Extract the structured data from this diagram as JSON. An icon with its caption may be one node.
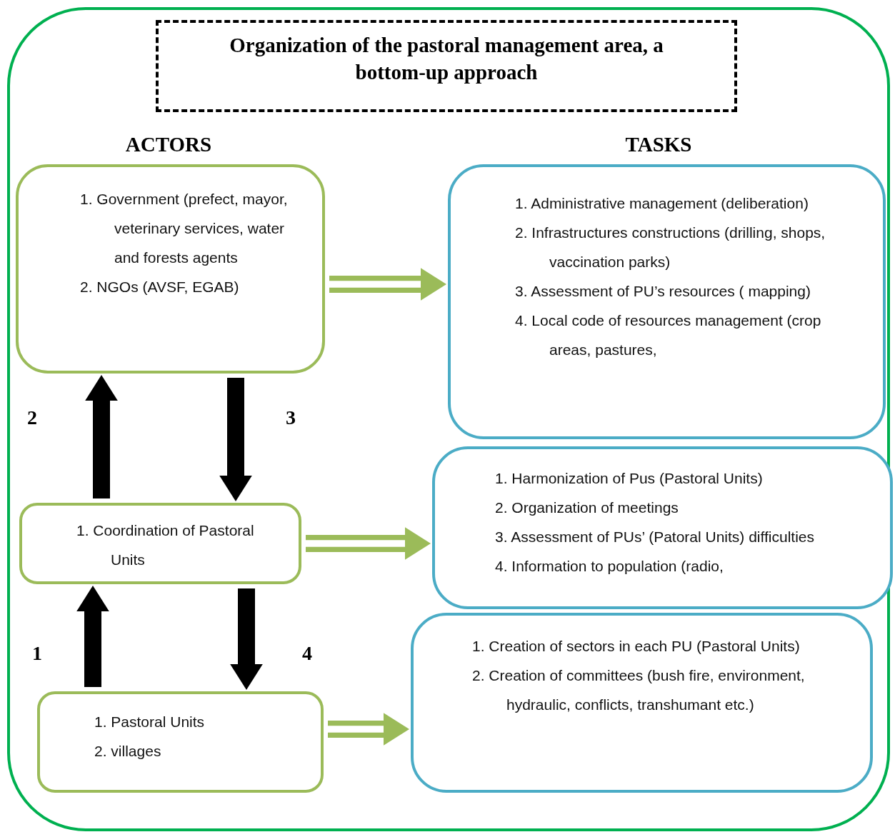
{
  "diagram": {
    "nodes": [
      {
        "text": [
          "Organization of the pastoral management area, a bottom-up approach"
        ]
      },
      {
        "text": [
          "1. Government (prefect, mayor, veterinary services, water and forests agents",
          "2. NGOs (AVSF, EGAB)"
        ]
      },
      {
        "text": [
          "1. Administrative management (deliberation)",
          "2. Infrastructures constructions (drilling, shops, vaccination parks)",
          "3. Assessment of PU’s resources ( mapping)",
          "4. Local code of resources management (crop areas, pastures,"
        ]
      },
      {
        "text": [
          "1. Coordination of Pastoral Units"
        ]
      },
      {
        "text": [
          "1. Harmonization of Pus (Pastoral Units)",
          "2. Organization of meetings",
          "3. Assessment of PUs’ (Patoral Units) difficulties",
          "4. Information to population (radio,"
        ]
      },
      {
        "text": [
          "1. Pastoral Units",
          "2. villages"
        ]
      },
      {
        "text": [
          "1. Creation of sectors in each PU (Pastoral Units)",
          "2. Creation of committees (bush fire, environment, hydraulic, conflicts, transhumant etc.)"
        ]
      }
    ],
    "edges": [
      {
        "from": 1,
        "to": 2,
        "arrow": "to",
        "color": "#9bbb59"
      },
      {
        "from": 3,
        "to": 4,
        "arrow": "to",
        "color": "#9bbb59"
      },
      {
        "from": 5,
        "to": 6,
        "arrow": "to",
        "color": "#9bbb59"
      },
      {
        "from": 3,
        "to": 1,
        "arrow": "to",
        "label": "2"
      },
      {
        "from": 1,
        "to": 3,
        "arrow": "to",
        "label": "3"
      },
      {
        "from": 5,
        "to": 3,
        "arrow": "to",
        "label": "1"
      },
      {
        "from": 3,
        "to": 5,
        "arrow": "to",
        "label": "4"
      }
    ],
    "labels": [
      "ACTORS",
      "TASKS"
    ]
  }
}
